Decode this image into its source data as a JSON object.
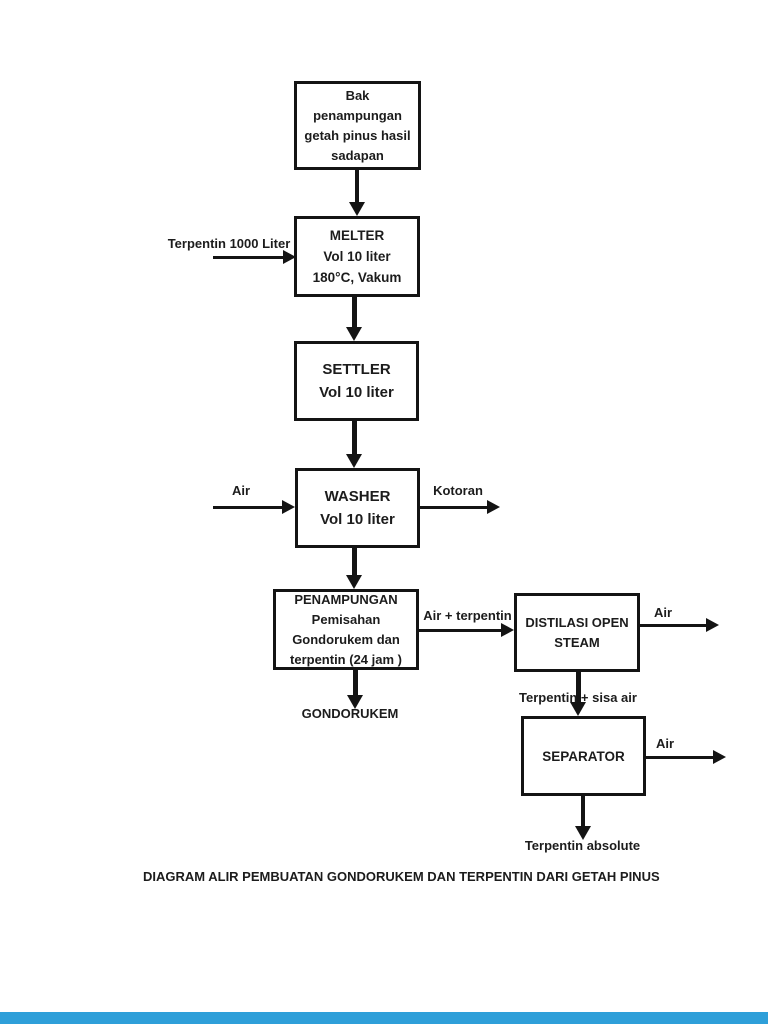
{
  "title_caption": "DIAGRAM ALIR PEMBUATAN GONDORUKEM DAN TERPENTIN DARI GETAH PINUS",
  "nodes": {
    "bak": {
      "lines": [
        "Bak",
        "penampungan",
        "getah pinus hasil",
        "sadapan"
      ]
    },
    "melter": {
      "lines": [
        "MELTER",
        "Vol 10 liter",
        "180°C, Vakum"
      ]
    },
    "settler": {
      "lines": [
        "SETTLER",
        "Vol 10 liter"
      ]
    },
    "washer": {
      "lines": [
        "WASHER",
        "Vol 10 liter"
      ]
    },
    "penampungan": {
      "lines": [
        "PENAMPUNGAN",
        "Pemisahan",
        "Gondorukem dan",
        "terpentin (24 jam )"
      ]
    },
    "distilasi": {
      "lines": [
        "DISTILASI OPEN",
        "STEAM"
      ]
    },
    "separator": {
      "lines": [
        "SEPARATOR"
      ]
    }
  },
  "stream_labels": {
    "terpentin_input": "Terpentin 1000 Liter",
    "air_washer_in": "Air",
    "kotoran_out": "Kotoran",
    "air_terpentin_out": "Air + terpentin",
    "air_distilasi_out": "Air",
    "gondorukem_out": "GONDORUKEM",
    "terpentin_sisa_air": "Terpentin + sisa air",
    "air_separator_out": "Air",
    "terpentin_absolute": "Terpentin absolute"
  },
  "colors": {
    "line_color": "#141414",
    "progress_bar_color": "#2e9fd9",
    "background": "#ffffff"
  }
}
